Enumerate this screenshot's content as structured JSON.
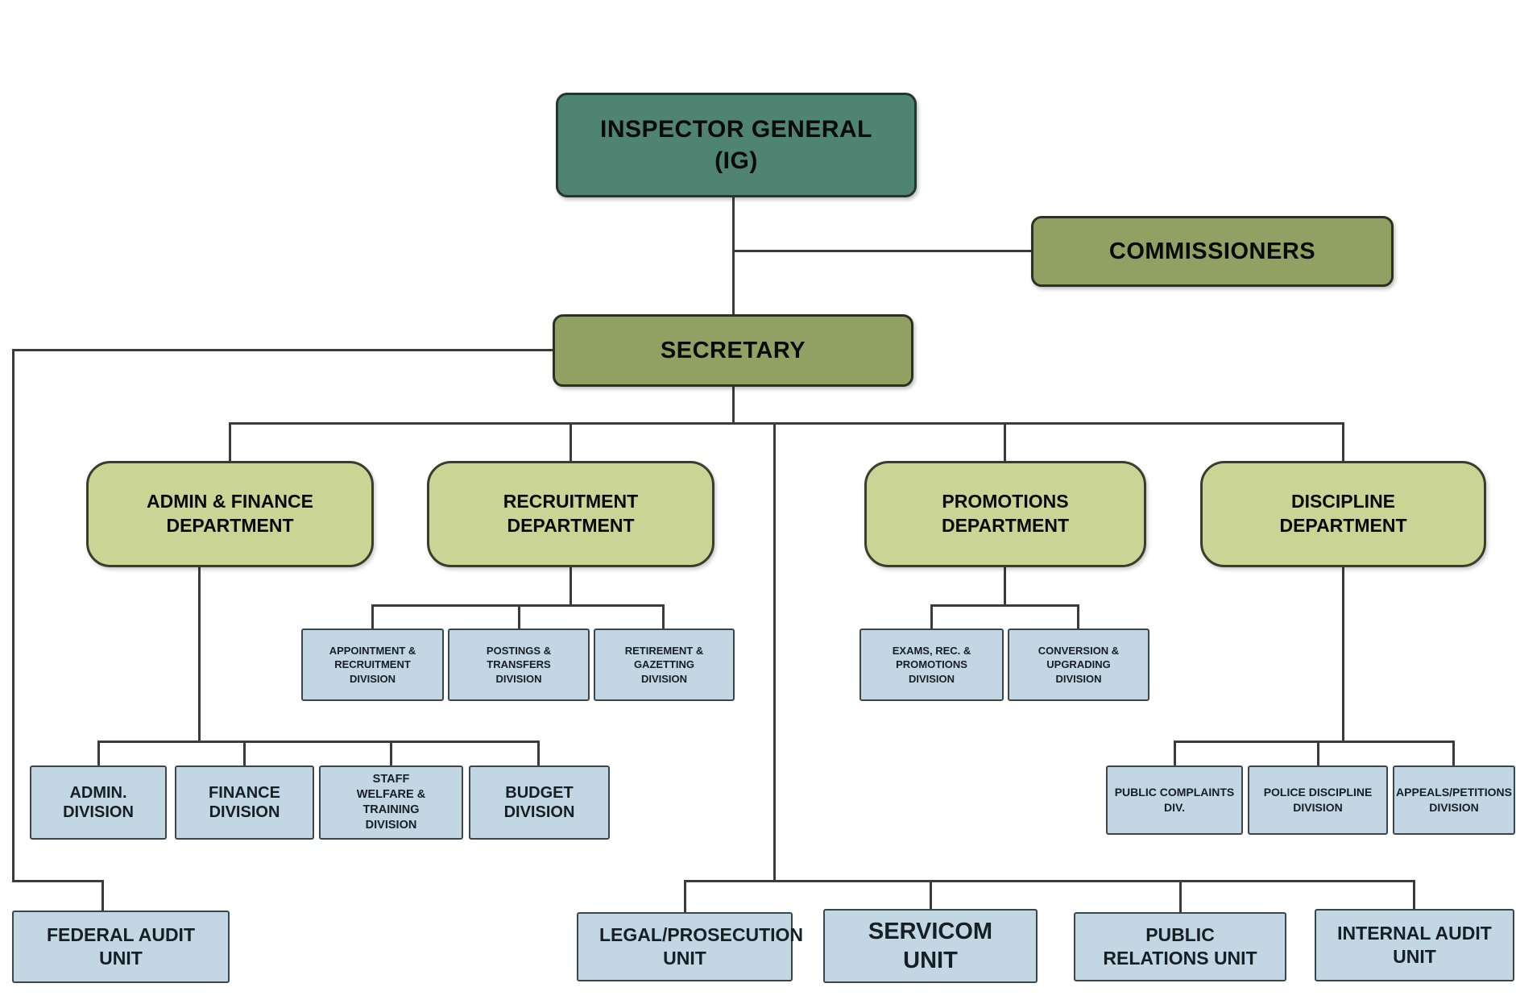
{
  "diagram": {
    "type": "org-chart",
    "colors": {
      "ig_box": "#4e8471",
      "executive_box": "#91a063",
      "department_box": "#c9d495",
      "division_box": "#c2d7e3",
      "connector": "#3b3b3b",
      "background": "#ffffff",
      "text": "#0a0a0a"
    },
    "nodes": {
      "inspector_general": {
        "line1": "INSPECTOR GENERAL",
        "line2": "(IG)"
      },
      "commissioners": {
        "label": "COMMISSIONERS"
      },
      "secretary": {
        "label": "SECRETARY"
      },
      "admin_finance_dept": {
        "label": "ADMIN & FINANCE DEPARTMENT"
      },
      "recruitment_dept": {
        "label": "RECRUITMENT DEPARTMENT"
      },
      "promotions_dept": {
        "label": "PROMOTIONS DEPARTMENT"
      },
      "discipline_dept": {
        "label": "DISCIPLINE DEPARTMENT"
      },
      "appointment_recruitment_div": {
        "label": "APPOINTMENT & RECRUITMENT DIVISION"
      },
      "postings_transfers_div": {
        "label": "POSTINGS & TRANSFERS DIVISION"
      },
      "retirement_gazetting_div": {
        "label": "RETIREMENT & GAZETTING DIVISION"
      },
      "exams_rec_promotions_div": {
        "label": "EXAMS, REC. & PROMOTIONS DIVISION"
      },
      "conversion_upgrading_div": {
        "label": "CONVERSION & UPGRADING DIVISION"
      },
      "admin_div": {
        "label": "ADMIN. DIVISION"
      },
      "finance_div": {
        "label": "FINANCE DIVISION"
      },
      "staff_welfare_training_div": {
        "label": "STAFF WELFARE & TRAINING DIVISION"
      },
      "budget_div": {
        "label": "BUDGET DIVISION"
      },
      "public_complaints_div": {
        "label": "PUBLIC COMPLAINTS DIV."
      },
      "police_discipline_div": {
        "label": "POLICE DISCIPLINE DIVISION"
      },
      "appeals_petitions_div": {
        "label": "APPEALS/PETITIONS DIVISION"
      },
      "federal_audit_unit": {
        "label": "FEDERAL AUDIT UNIT"
      },
      "legal_prosecution_unit": {
        "label": "LEGAL/PROSECUTION UNIT"
      },
      "servicom_unit": {
        "label": "SERVICOM UNIT"
      },
      "public_relations_unit": {
        "label": "PUBLIC RELATIONS UNIT"
      },
      "internal_audit_unit": {
        "label": "INTERNAL AUDIT UNIT"
      }
    }
  }
}
